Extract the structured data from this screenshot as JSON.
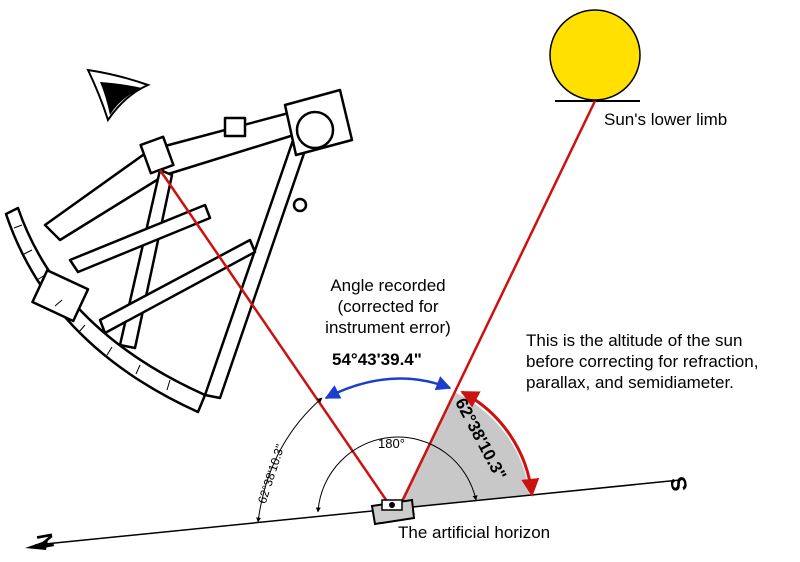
{
  "labels": {
    "angle_recorded": [
      "Angle recorded",
      "(corrected for",
      "instrument error)"
    ],
    "altitude_note": [
      "This is the altitude of the sun",
      "before correcting for refraction,",
      "parallax, and semidiameter."
    ],
    "sun_lower_limb": "Sun's lower limb",
    "artificial_horizon": "The artificial horizon",
    "angle_blue": "54°43'39.4\"",
    "angle_red": "62°38'10.3\"",
    "angle_small": "62°38'10.3\"",
    "angle_180": "180°",
    "north": "N",
    "south": "S"
  },
  "colors": {
    "sight_lines": "#cc1111",
    "blue_arc": "#1a3fd0",
    "red_arc": "#cc1111",
    "sun_fill": "#ffe000",
    "altitude_fill": "#c8c8c8",
    "outline": "#000000"
  },
  "icons": [
    "eye-icon",
    "sextant",
    "sun",
    "artificial-horizon-device"
  ]
}
